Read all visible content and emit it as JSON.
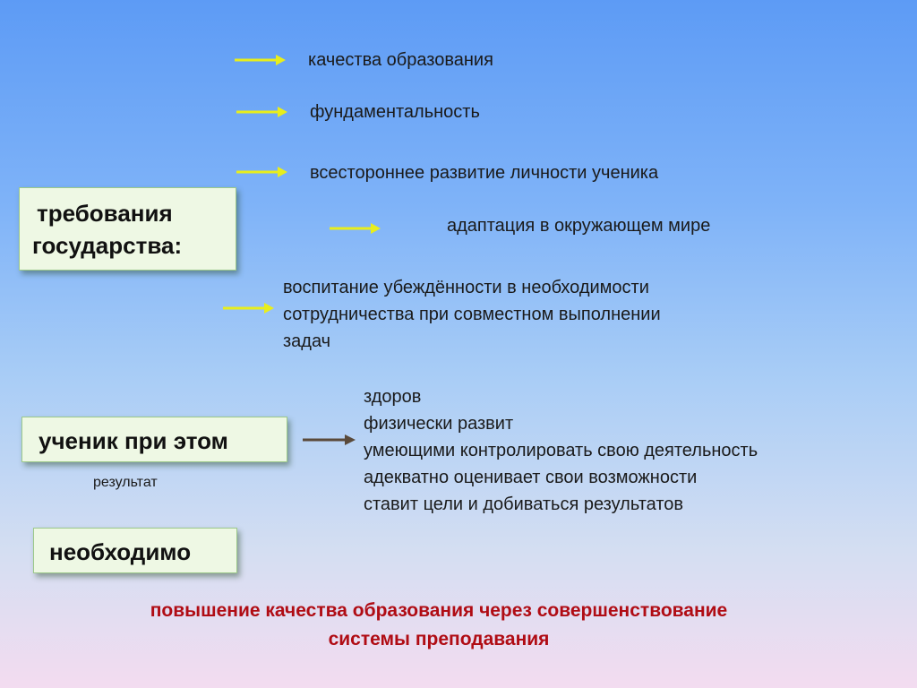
{
  "requirements_box": {
    "line1": "требования",
    "line2": "государства:"
  },
  "requirements": [
    "качества образования",
    "фундаментальность",
    "всестороннее развитие личности ученика",
    "адаптация в окружающем мире"
  ],
  "cooperation": {
    "line1": "воспитание убеждённости в необходимости",
    "line2": "сотрудничества при совместном выполнении",
    "line3": "задач"
  },
  "student_box": {
    "label": "ученик при этом"
  },
  "result_label": "результат",
  "student_traits": [
    "здоров",
    "физически развит",
    "умеющими контролировать свою деятельность",
    "адекватно оценивает свои возможности",
    "ставит цели и добиваться результатов"
  ],
  "necessary_box": {
    "label": "необходимо"
  },
  "conclusion": {
    "line1": "повышение качества образования через совершенствование",
    "line2": "системы преподавания"
  },
  "colors": {
    "arrow_yellow": "#e8ee1c",
    "arrow_dark": "#5a4a3a",
    "conclusion_red": "#b00c14",
    "box_fill": "#eef8e4"
  }
}
